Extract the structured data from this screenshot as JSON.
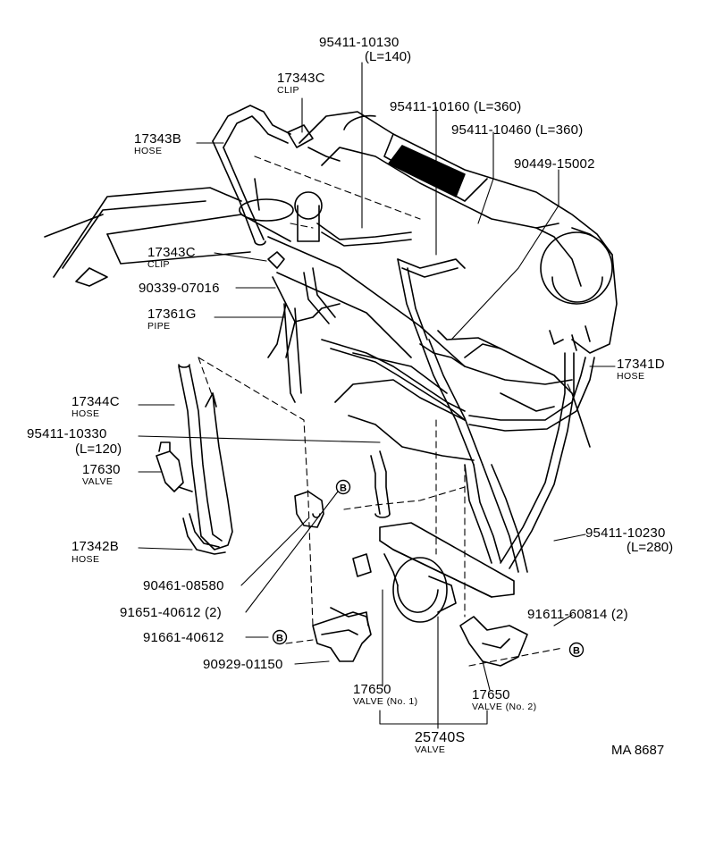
{
  "parts": {
    "p95411_10130": {
      "number": "95411-10130",
      "length": "(L=140)"
    },
    "p17343C_top": {
      "number": "17343C",
      "name": "CLIP"
    },
    "p17343B": {
      "number": "17343B",
      "name": "HOSE"
    },
    "p95411_10160": {
      "number": "95411-10160 (L=360)"
    },
    "p95411_10460": {
      "number": "95411-10460 (L=360)"
    },
    "p90449_15002": {
      "number": "90449-15002"
    },
    "p17343C_mid": {
      "number": "17343C",
      "name": "CLIP"
    },
    "p90339_07016": {
      "number": "90339-07016"
    },
    "p17361G": {
      "number": "17361G",
      "name": "PIPE"
    },
    "p17341D": {
      "number": "17341D",
      "name": "HOSE"
    },
    "p17344C": {
      "number": "17344C",
      "name": "HOSE"
    },
    "p95411_10330": {
      "number": "95411-10330",
      "length": "(L=120)"
    },
    "p17630": {
      "number": "17630",
      "name": "VALVE"
    },
    "p17342B": {
      "number": "17342B",
      "name": "HOSE"
    },
    "p95411_10230": {
      "number": "95411-10230",
      "length": "(L=280)"
    },
    "p90461_08580": {
      "number": "90461-08580"
    },
    "p91651_40612": {
      "number": "91651-40612 (2)"
    },
    "p91611_60814": {
      "number": "91611-60814 (2)"
    },
    "p91661_40612": {
      "number": "91661-40612"
    },
    "p90929_01150": {
      "number": "90929-01150"
    },
    "p17650_no1": {
      "number": "17650",
      "name": "VALVE (No. 1)"
    },
    "p17650_no2": {
      "number": "17650",
      "name": "VALVE (No. 2)"
    },
    "p25740S": {
      "number": "25740S",
      "name": "VALVE"
    }
  },
  "marker": "B",
  "diagram_code": "MA 8687"
}
